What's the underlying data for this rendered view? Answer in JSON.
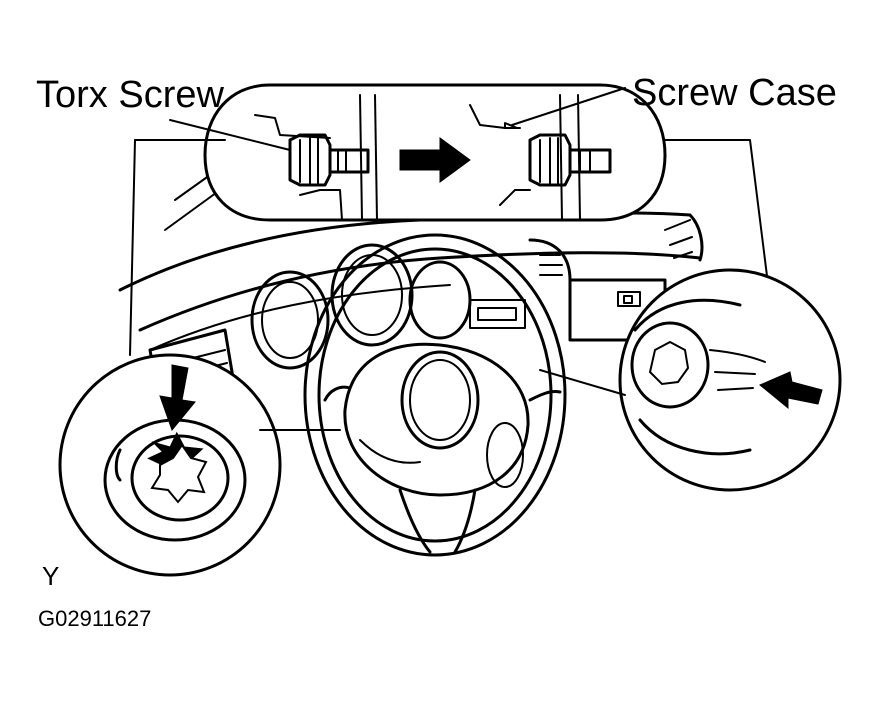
{
  "labels": {
    "torx_screw": "Torx Screw",
    "screw_case": "Screw Case",
    "view_letter": "Y",
    "figure_code": "G02911627"
  }
}
